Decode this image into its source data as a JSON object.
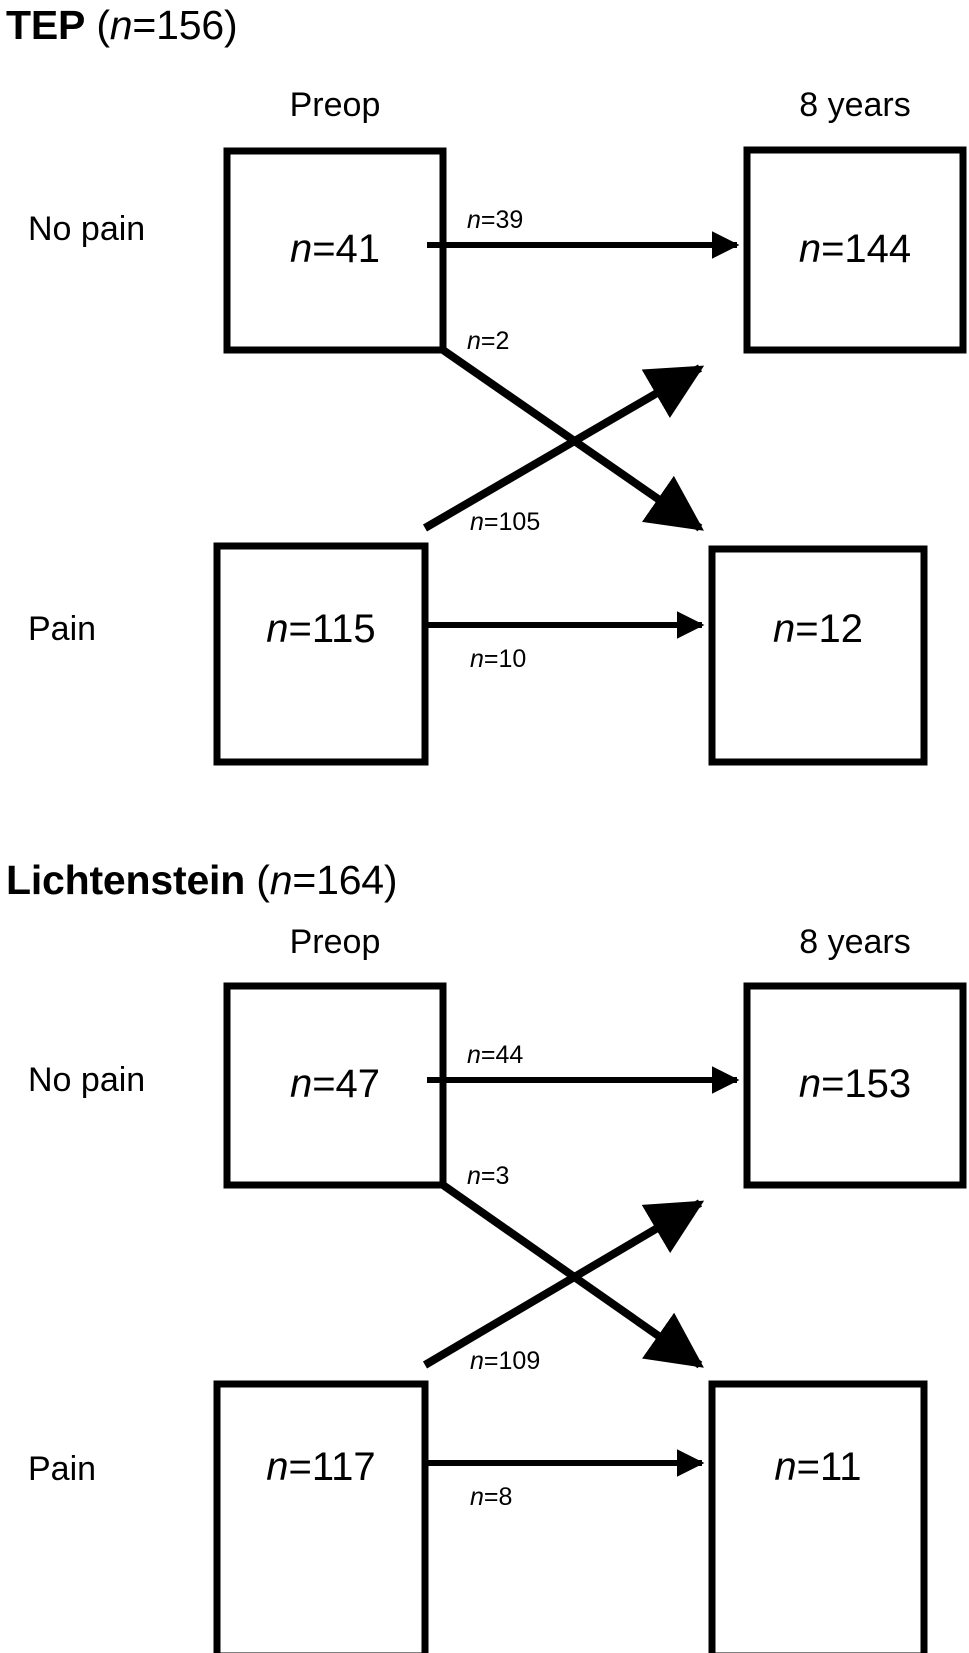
{
  "figure": {
    "type": "alluvial-transition-diagram",
    "panels": [
      {
        "id": "tep",
        "title_main": "TEP",
        "title_suffix": "=156)",
        "title_n": "n",
        "title_paren_open": " (",
        "columns": [
          {
            "label": "Preop"
          },
          {
            "label": "8 years"
          }
        ],
        "rows": [
          {
            "label": "No pain"
          },
          {
            "label": "Pain"
          }
        ],
        "nodes": {
          "preop_no_pain": {
            "value": "n=41",
            "n_italic": "n",
            "rest": "=41"
          },
          "preop_pain": {
            "value": "n=115",
            "n_italic": "n",
            "rest": "=115"
          },
          "years8_no_pain": {
            "value": "n=144",
            "n_italic": "n",
            "rest": "=144"
          },
          "years8_pain": {
            "value": "n=12",
            "n_italic": "n",
            "rest": "=12"
          }
        },
        "flows": [
          {
            "id": "nopain-to-nopain",
            "label_n": "n",
            "label_rest": "=39",
            "from": "preop_no_pain",
            "to": "years8_no_pain",
            "value": 39
          },
          {
            "id": "nopain-to-pain",
            "label_n": "n",
            "label_rest": "=2",
            "from": "preop_no_pain",
            "to": "years8_pain",
            "value": 2
          },
          {
            "id": "pain-to-nopain",
            "label_n": "n",
            "label_rest": "=105",
            "from": "preop_pain",
            "to": "years8_no_pain",
            "value": 105
          },
          {
            "id": "pain-to-pain",
            "label_n": "n",
            "label_rest": "=10",
            "from": "preop_pain",
            "to": "years8_pain",
            "value": 10
          }
        ]
      },
      {
        "id": "lichtenstein",
        "title_main": "Lichtenstein",
        "title_suffix": "=164)",
        "title_n": "n",
        "title_paren_open": " (",
        "columns": [
          {
            "label": "Preop"
          },
          {
            "label": "8 years"
          }
        ],
        "rows": [
          {
            "label": "No pain"
          },
          {
            "label": "Pain"
          }
        ],
        "nodes": {
          "preop_no_pain": {
            "value": "n=47",
            "n_italic": "n",
            "rest": "=47"
          },
          "preop_pain": {
            "value": "n=117",
            "n_italic": "n",
            "rest": "=117"
          },
          "years8_no_pain": {
            "value": "n=153",
            "n_italic": "n",
            "rest": "=153"
          },
          "years8_pain": {
            "value": "n=11",
            "n_italic": "n",
            "rest": "=11"
          }
        },
        "flows": [
          {
            "id": "nopain-to-nopain",
            "label_n": "n",
            "label_rest": "=44",
            "from": "preop_no_pain",
            "to": "years8_no_pain",
            "value": 44
          },
          {
            "id": "nopain-to-pain",
            "label_n": "n",
            "label_rest": "=3",
            "from": "preop_no_pain",
            "to": "years8_pain",
            "value": 3
          },
          {
            "id": "pain-to-nopain",
            "label_n": "n",
            "label_rest": "=109",
            "from": "preop_pain",
            "to": "years8_no_pain",
            "value": 109
          },
          {
            "id": "pain-to-pain",
            "label_n": "n",
            "label_rest": "=8",
            "from": "preop_pain",
            "to": "years8_pain",
            "value": 8
          }
        ]
      }
    ],
    "colors": {
      "stroke": "#000000",
      "background": "#ffffff",
      "text": "#000000"
    }
  }
}
